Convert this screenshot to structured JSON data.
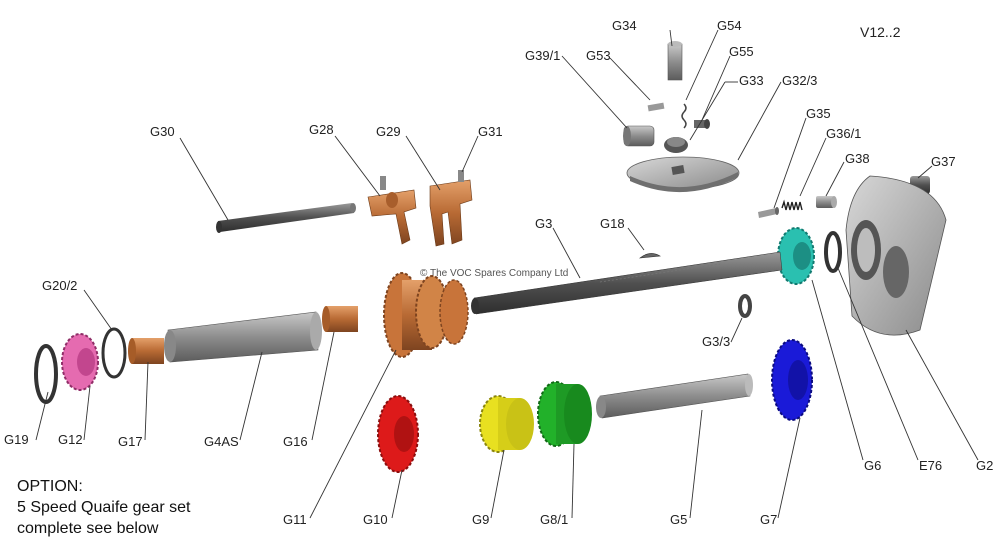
{
  "version": "V12..2",
  "copyright": "© The VOC Spares Company Ltd",
  "option": {
    "heading": "OPTION:",
    "line1": "5 Speed Quaife gear set",
    "line2": "complete see below"
  },
  "labels": {
    "G34": "G34",
    "G54": "G54",
    "G39_1": "G39/1",
    "G53": "G53",
    "G55": "G55",
    "G33": "G33",
    "G32_3": "G32/3",
    "G35": "G35",
    "G36_1": "G36/1",
    "G38": "G38",
    "G37": "G37",
    "G30": "G30",
    "G28": "G28",
    "G29": "G29",
    "G31": "G31",
    "G3": "G3",
    "G18": "G18",
    "G20_2": "G20/2",
    "G3_3": "G3/3",
    "G19": "G19",
    "G12": "G12",
    "G17": "G17",
    "G4AS": "G4AS",
    "G16": "G16",
    "G11": "G11",
    "G10": "G10",
    "G9": "G9",
    "G8_1": "G8/1",
    "G5": "G5",
    "G7": "G7",
    "G6": "G6",
    "E76": "E76",
    "G2": "G2"
  },
  "part_colors": {
    "pink": "#e56bb0",
    "copper": "#c8743a",
    "red": "#dd1a1a",
    "yellow": "#e8e020",
    "green": "#22b12a",
    "blue": "#1a1ad8",
    "teal": "#2ac0b0",
    "grey": "#9a9a9a",
    "dark": "#505050"
  }
}
